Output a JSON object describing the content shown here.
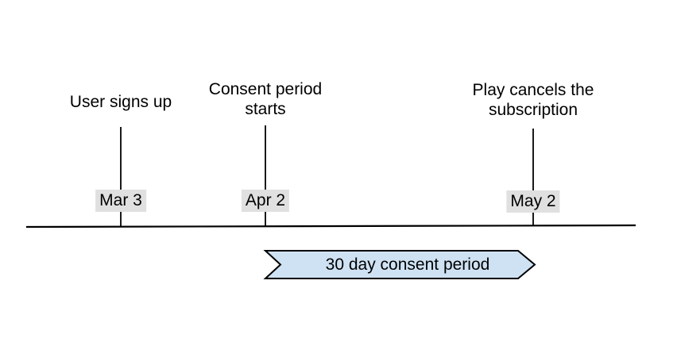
{
  "colors": {
    "background": "#ffffff",
    "text": "#000000",
    "line": "#000000",
    "date-bg": "#e0e0e0",
    "banner-fill": "#cfe2f3",
    "banner-stroke": "#000000"
  },
  "events": [
    {
      "title": "User signs up",
      "date": "Mar 3"
    },
    {
      "title": "Consent period\nstarts",
      "date": "Apr 2"
    },
    {
      "title": "Play cancels the\nsubscription",
      "date": "May 2"
    }
  ],
  "banner": {
    "label": "30 day consent period"
  }
}
